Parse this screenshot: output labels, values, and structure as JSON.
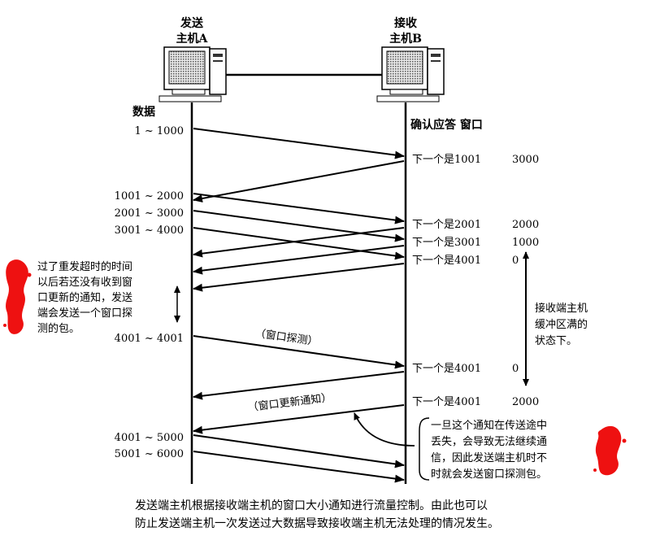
{
  "hosts": {
    "sender_title": [
      "发送",
      "主机A"
    ],
    "receiver_title": [
      "接收",
      "主机B"
    ]
  },
  "left_header": "数据",
  "right_header": "确认应答 窗口",
  "data_labels": [
    "1 ~ 1000",
    "1001 ~ 2000",
    "2001 ~ 3000",
    "3001 ~ 4000",
    "4001 ~ 4001",
    "4001 ~ 5000",
    "5001 ~ 6000"
  ],
  "ack_labels": [
    {
      "text": "下一个是1001",
      "window": "3000"
    },
    {
      "text": "下一个是2001",
      "window": "2000"
    },
    {
      "text": "下一个是3001",
      "window": "1000"
    },
    {
      "text": "下一个是4001",
      "window": "0"
    },
    {
      "text": "下一个是4001",
      "window": "0"
    },
    {
      "text": "下一个是4001",
      "window": "2000"
    }
  ],
  "probe_label": "（窗口探测）",
  "update_label": "（窗口更新通知）",
  "left_note": [
    "过了重发超时的时间",
    "以后若还没有收到窗",
    "口更新的通知，发送",
    "端会发送一个窗口探",
    "测的包。"
  ],
  "right_state_note": [
    "接收端主机",
    "缓冲区满的",
    "状态下。"
  ],
  "loss_note": [
    "一旦这个通知在传送途中",
    "丢失，会导致无法继续通",
    "信，因此发送端主机时不",
    "时就会发送窗口探测包。"
  ],
  "caption": [
    "发送端主机根据接收端主机的窗口大小通知进行流量控制。由此也可以",
    "防止发送端主机一次发送过大数据导致接收端主机无法处理的情况发生。"
  ]
}
